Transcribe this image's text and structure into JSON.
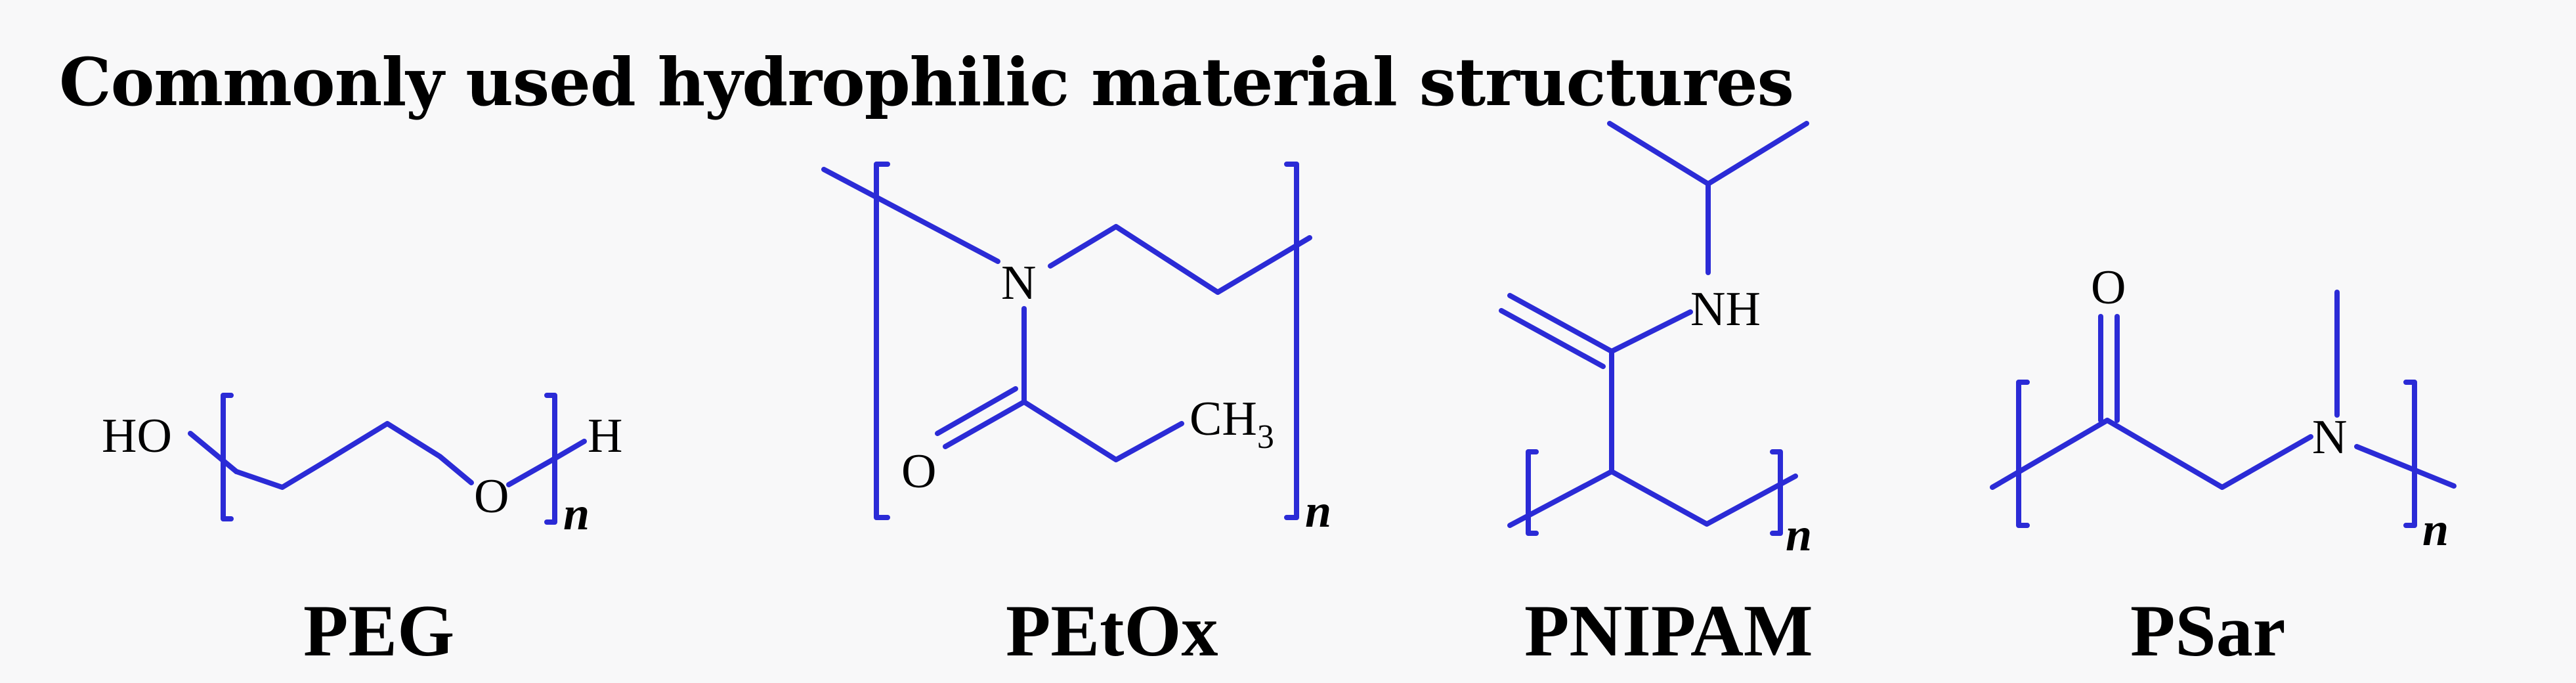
{
  "title": "Commonly used hydrophilic material structures",
  "colors": {
    "bond": "#2b2bd6",
    "text": "#000000",
    "background": "#f8f8f9"
  },
  "structures": {
    "peg": {
      "name": "PEG",
      "ho": "HO",
      "o": "O",
      "h": "H",
      "n": "n"
    },
    "petox": {
      "name": "PEtOx",
      "n_atom": "N",
      "o": "O",
      "ch": "CH",
      "ch_sub": "3",
      "n": "n"
    },
    "pnipam": {
      "name": "PNIPAM",
      "nh": "NH",
      "n": "n"
    },
    "psar": {
      "name": "PSar",
      "o": "O",
      "n_atom": "N",
      "n": "n"
    }
  }
}
